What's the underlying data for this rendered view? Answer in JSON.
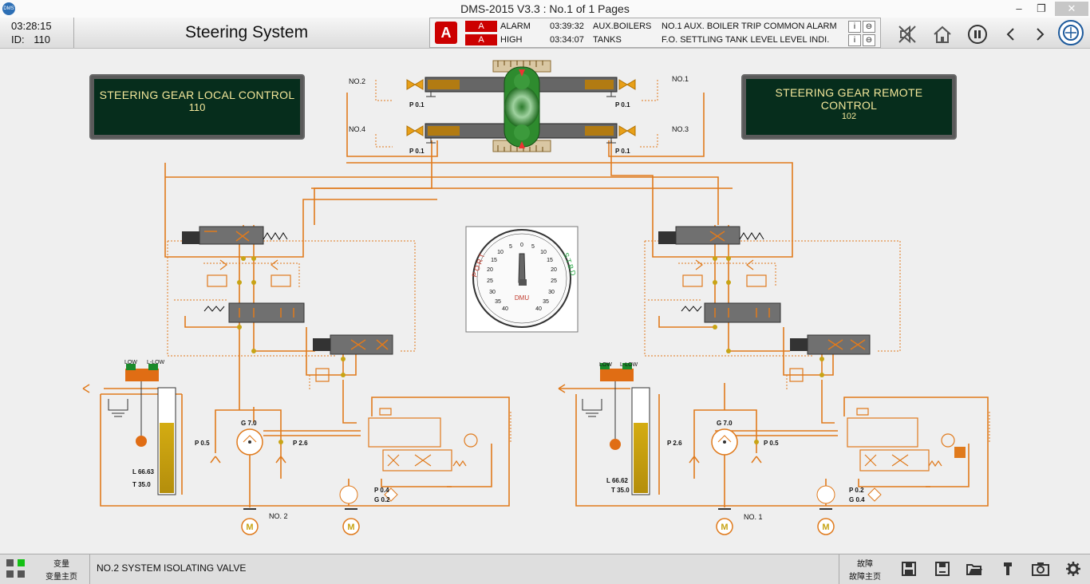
{
  "window": {
    "title": "DMS-2015 V3.3 : No.1 of 1 Pages",
    "app_icon": "DMS"
  },
  "header": {
    "time": "03:28:15",
    "id_label": "ID:",
    "id_value": "110",
    "page_title": "Steering System"
  },
  "alarms": [
    {
      "badge": "A",
      "level": "ALARM",
      "time": "03:39:32",
      "group": "AUX.BOILERS",
      "message": "NO.1 AUX. BOILER TRIP COMMON ALARM"
    },
    {
      "badge": "A",
      "level": "HIGH",
      "time": "03:34:07",
      "group": "TANKS",
      "message": "F.O. SETTLING TANK LEVEL LEVEL INDI."
    }
  ],
  "alarm_big": "A",
  "alarm_btn_info": "i",
  "alarm_btn_mute": "⊖",
  "icons": {
    "mute": "mute-icon",
    "home": "home-icon",
    "pause": "pause-icon",
    "prev": "chevron-left-icon",
    "next": "chevron-right-icon"
  },
  "panels": {
    "local": {
      "title": "STEERING GEAR LOCAL CONTROL",
      "value": "110"
    },
    "remote": {
      "title": "STEERING GEAR REMOTE CONTROL",
      "value": "102"
    }
  },
  "rams": {
    "no2": "NO.2",
    "no4": "NO.4",
    "no1": "NO.1",
    "no3": "NO.3",
    "p_tl": "P 0.1",
    "p_tr": "P 0.1",
    "p_bl": "P 0.1",
    "p_br": "P 0.1"
  },
  "gauge": {
    "port": "PORT",
    "stbd": "STBD",
    "unit": "DMU",
    "ticks": [
      "5",
      "0",
      "5",
      "10",
      "10",
      "15",
      "15",
      "20",
      "20",
      "25",
      "25",
      "30",
      "30",
      "35",
      "35",
      "40",
      "40"
    ]
  },
  "system2": {
    "tank_low": "LOW",
    "tank_llow": "L-LOW",
    "level": "L 66.63",
    "temp": "T 35.0",
    "g_main": "G 7.0",
    "p_left": "P 0.5",
    "p_right": "P 2.6",
    "p_aux": "P 0.4",
    "g_aux": "G 0.2",
    "name": "NO. 2",
    "motor": "M"
  },
  "system1": {
    "tank_low": "LOW",
    "tank_llow": "L-LOW",
    "level": "L 66.62",
    "temp": "T 35.0",
    "g_main": "G 7.0",
    "p_left": "P 2.6",
    "p_right": "P 0.5",
    "p_aux": "P 0.2",
    "g_aux": "G 0.4",
    "name": "NO. 1",
    "motor": "M"
  },
  "status": {
    "btn1_top": "变量",
    "btn1_bot": "变量主页",
    "message": "NO.2 SYSTEM ISOLATING VALVE",
    "btn2_top": "故障",
    "btn2_bot": "故障主页"
  },
  "colors": {
    "pipe": "#e07a1c",
    "oil": "#c8a415",
    "panel_bg": "#062d1c",
    "alarm_red": "#cc0000",
    "ram_green": "#2e8b2e"
  }
}
